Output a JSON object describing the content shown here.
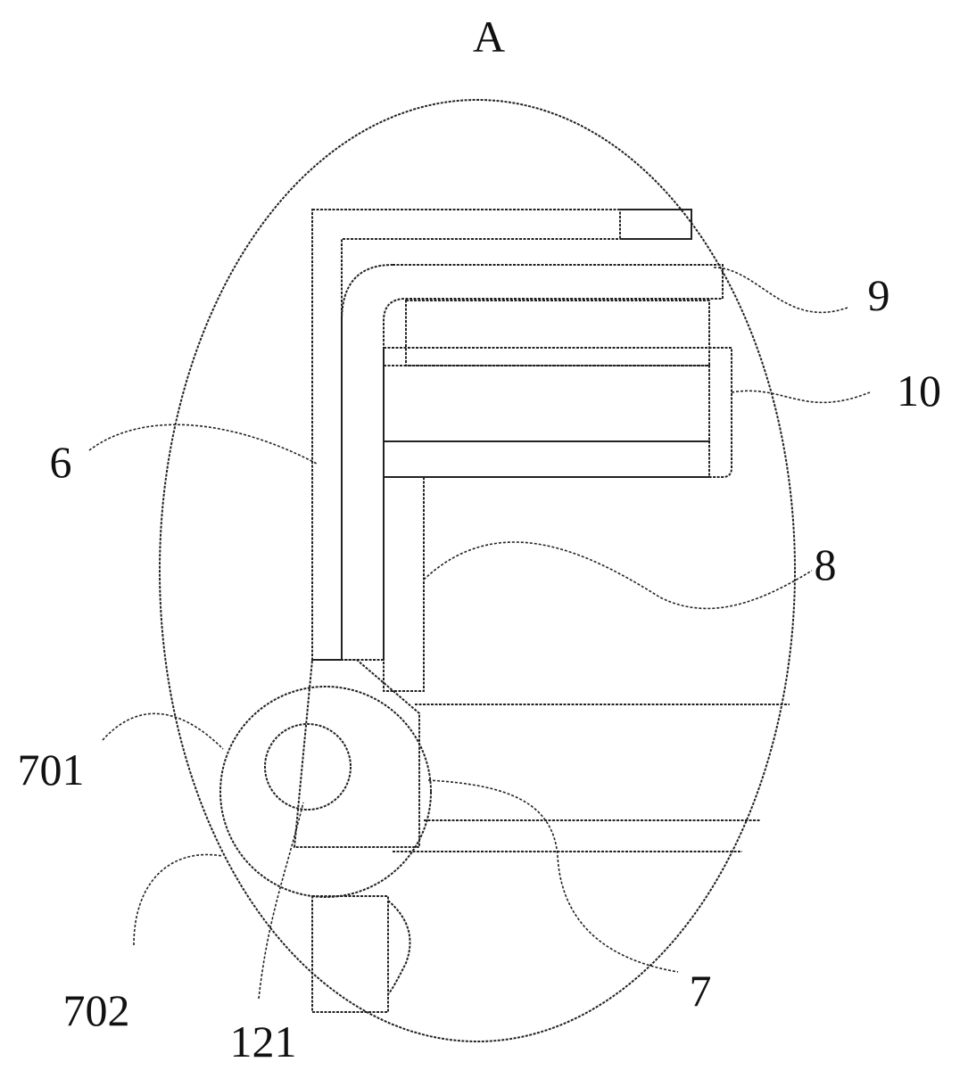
{
  "figure": {
    "title": "A",
    "labels": {
      "l9": "9",
      "l10": "10",
      "l6": "6",
      "l8": "8",
      "l701": "701",
      "l7": "7",
      "l702": "702",
      "l121": "121"
    }
  }
}
